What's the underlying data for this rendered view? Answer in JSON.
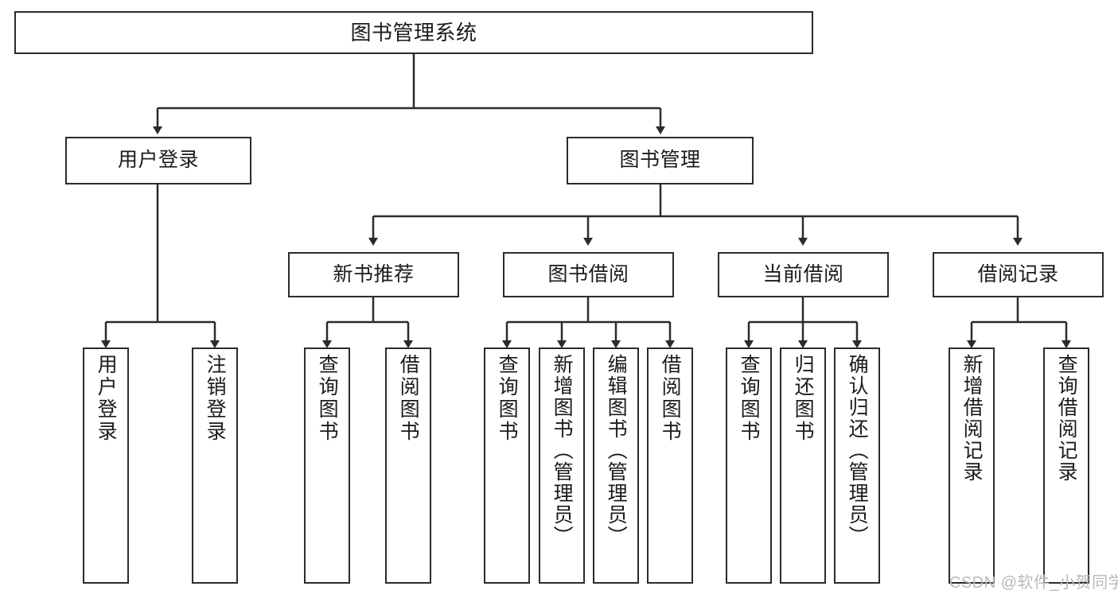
{
  "diagram": {
    "title": "图书管理系统",
    "type": "tree-hierarchy-diagram",
    "colors": {
      "stroke": "#2b2b2b",
      "fill": "#ffffff",
      "text": "#1b1b1b",
      "watermark": "#b9b9b9"
    },
    "levels": {
      "root": {
        "label": "图书管理系统"
      },
      "level2": [
        {
          "label": "用户登录"
        },
        {
          "label": "图书管理"
        }
      ],
      "level3": [
        {
          "label": "新书推荐"
        },
        {
          "label": "图书借阅"
        },
        {
          "label": "当前借阅"
        },
        {
          "label": "借阅记录"
        }
      ],
      "leaves": {
        "user_login": [
          {
            "label": "用户登录"
          },
          {
            "label": "注销登录"
          }
        ],
        "new_book_recommend": [
          {
            "label": "查询图书"
          },
          {
            "label": "借阅图书"
          }
        ],
        "book_borrow": [
          {
            "label": "查询图书"
          },
          {
            "label": "新增图书（管理员）"
          },
          {
            "label": "编辑图书（管理员）"
          },
          {
            "label": "借阅图书"
          }
        ],
        "current_borrow": [
          {
            "label": "查询图书"
          },
          {
            "label": "归还图书"
          },
          {
            "label": "确认归还（管理员）"
          }
        ],
        "borrow_record": [
          {
            "label": "新增借阅记录"
          },
          {
            "label": "查询借阅记录"
          }
        ]
      }
    }
  },
  "watermark": {
    "text": "CSDN @软件_小贺同学"
  }
}
